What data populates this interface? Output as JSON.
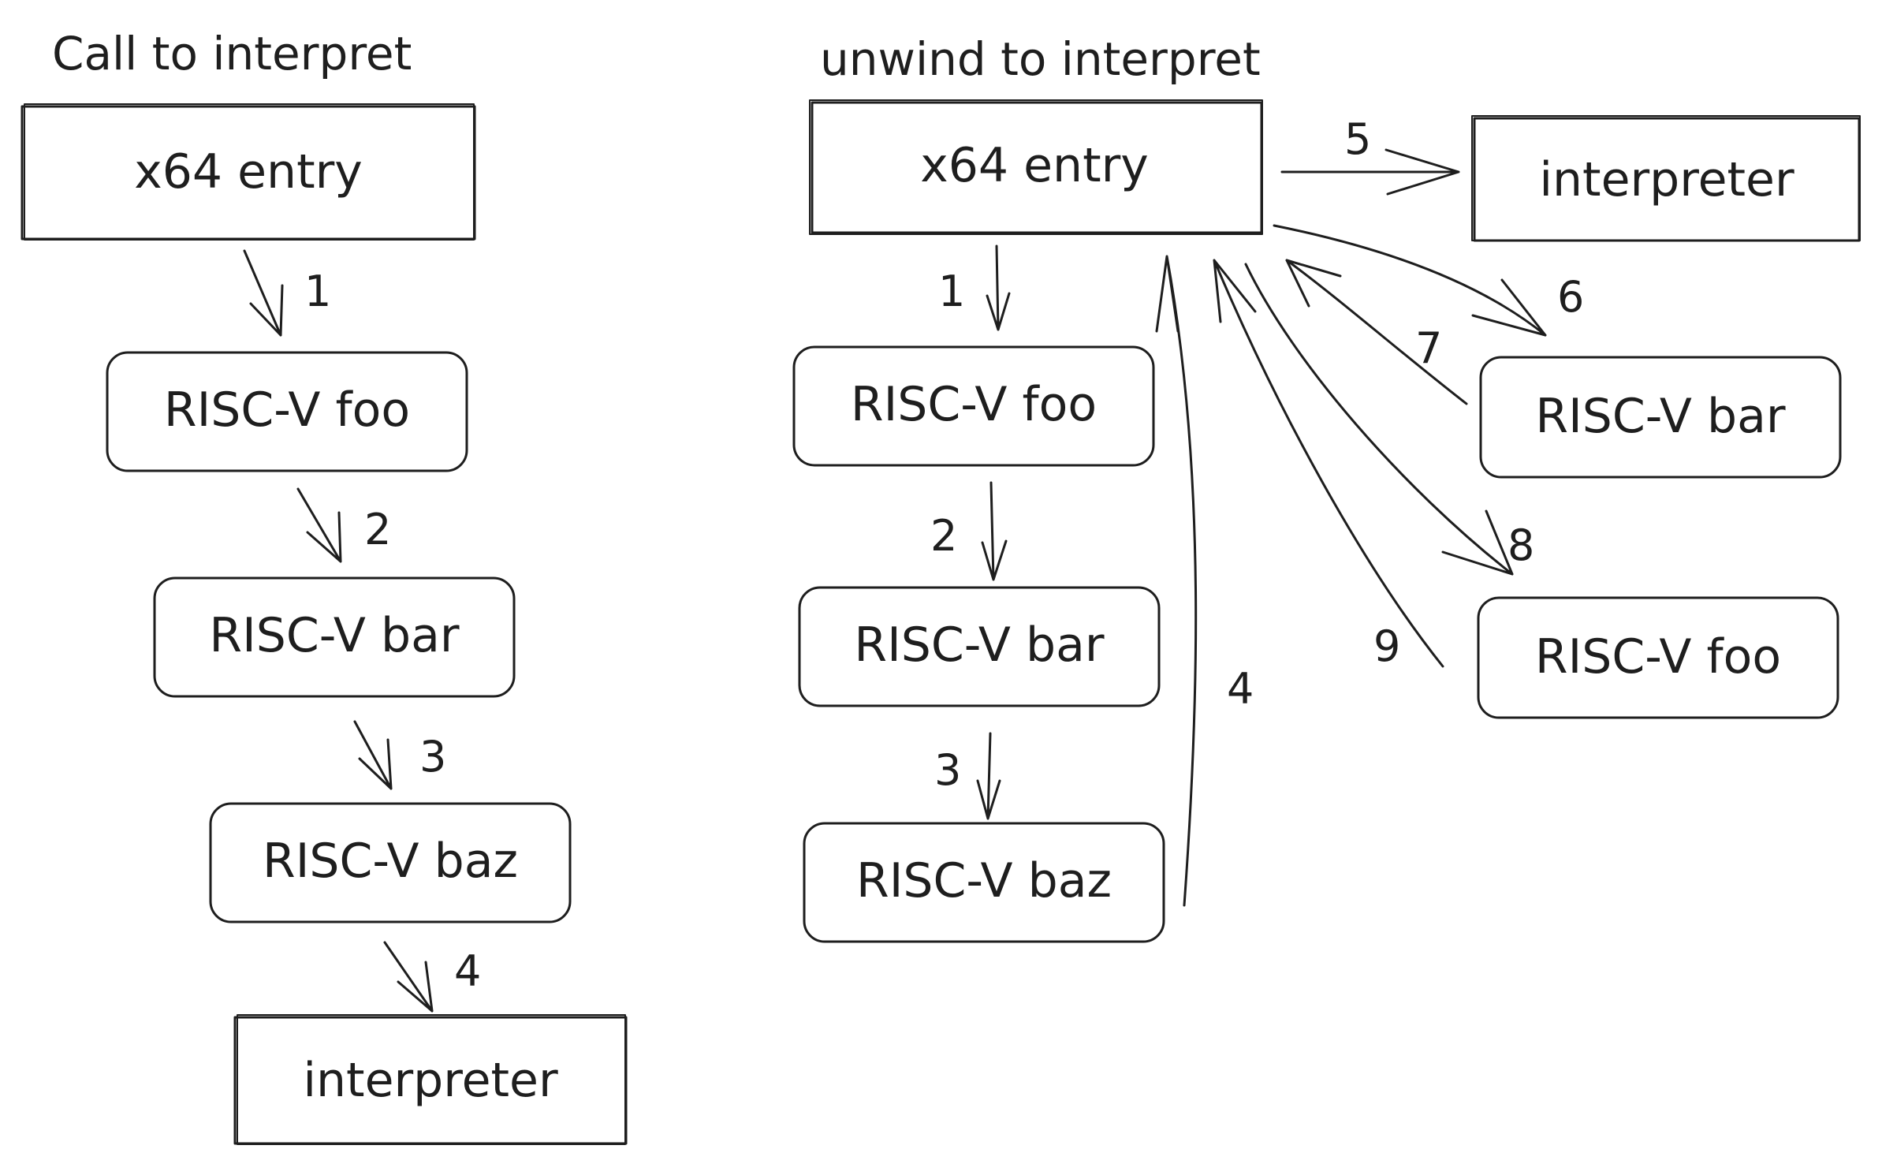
{
  "left": {
    "title": "Call to interpret",
    "entry": "x64 entry",
    "foo": "RISC-V foo",
    "bar": "RISC-V bar",
    "baz": "RISC-V baz",
    "interpreter": "interpreter",
    "steps": [
      "1",
      "2",
      "3",
      "4"
    ]
  },
  "right": {
    "title": "unwind to interpret",
    "entry": "x64 entry",
    "interpreter": "interpreter",
    "foo": "RISC-V foo",
    "bar": "RISC-V bar",
    "baz": "RISC-V baz",
    "bar2": "RISC-V bar",
    "foo2": "RISC-V foo",
    "steps": [
      "1",
      "2",
      "3",
      "4",
      "5",
      "6",
      "7",
      "8",
      "9"
    ]
  }
}
